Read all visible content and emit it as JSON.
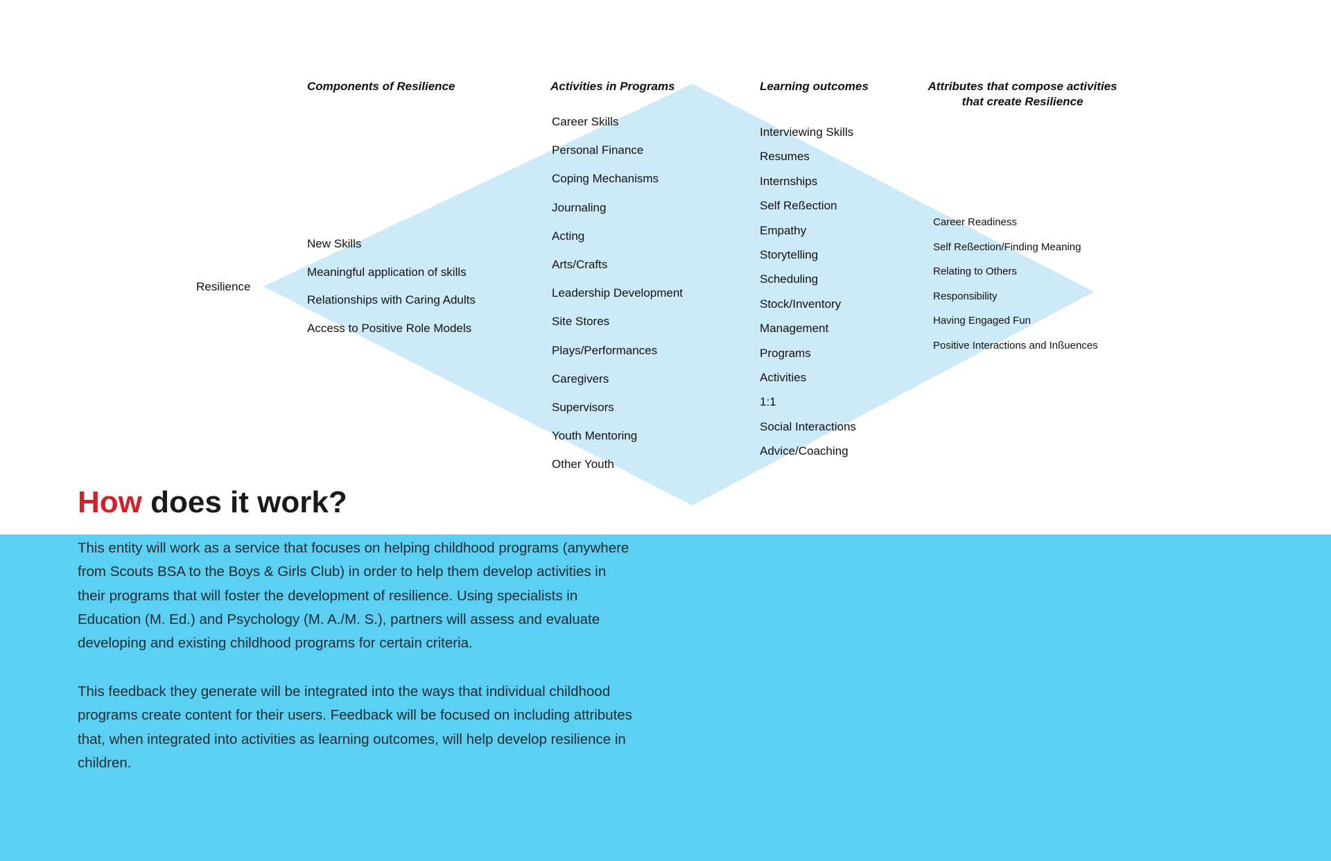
{
  "diagram": {
    "fill_color": "#cdeaf8",
    "root_label": "Resilience",
    "columns": {
      "components": {
        "header": "Components of Resilience",
        "items": [
          "New Skills",
          "Meaningful application of skills",
          "Relationships with Caring Adults",
          "Access to Positive Role Models"
        ]
      },
      "activities": {
        "header": "Activities in Programs",
        "items": [
          "Career Skills",
          "Personal Finance",
          "Coping Mechanisms",
          "Journaling",
          "Acting",
          "Arts/Crafts",
          "Leadership Development",
          "Site Stores",
          "Plays/Performances",
          "Caregivers",
          "Supervisors",
          "Youth Mentoring",
          "Other Youth"
        ]
      },
      "outcomes": {
        "header": "Learning outcomes",
        "items": [
          "Interviewing Skills",
          "Resumes",
          "Internships",
          "Self Reßection",
          "Empathy",
          "Storytelling",
          "Scheduling",
          "Stock/Inventory",
          "Management",
          "Programs",
          "Activities",
          "1:1",
          "Social Interactions",
          "Advice/Coaching"
        ]
      },
      "attributes": {
        "header_line1": "Attributes that compose activities",
        "header_line2": "that create Resilience",
        "items": [
          "Career Readiness",
          "Self Reßection/Finding Meaning",
          "Relating to Others",
          "Responsibility",
          "Having Engaged Fun",
          "Positive Interactions and Inßuences"
        ]
      }
    }
  },
  "section": {
    "heading_accent": "How",
    "heading_rest": " does it work?",
    "accent_color": "#d4202b",
    "panel_color": "#5bd0f3",
    "paragraph_1": "This entity will work as a service that focuses on helping childhood programs (anywhere from Scouts BSA to the Boys & Girls Club) in order to help them develop activities in their programs that will foster the development of resilience. Using specialists in Education (M. Ed.) and Psychology (M. A./M. S.), partners will assess and evaluate developing and existing childhood programs for certain criteria.",
    "paragraph_2": "This feedback they generate will be integrated into the ways that individual childhood programs create content for their users. Feedback will be focused on including attributes that, when integrated into activities as learning outcomes, will help develop resilience in children."
  }
}
